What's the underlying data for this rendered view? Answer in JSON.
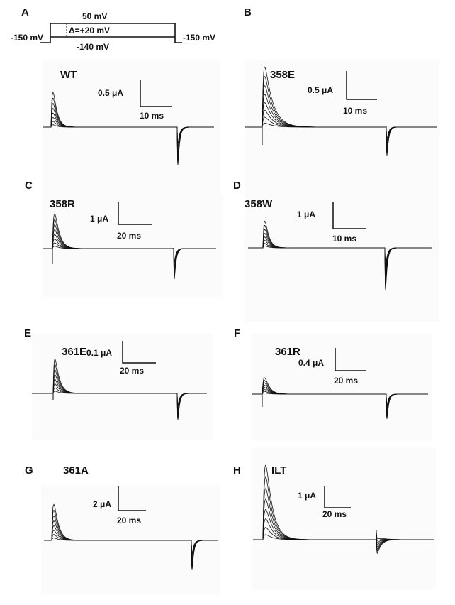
{
  "protocol": {
    "letter": "A",
    "hold_left": "-150 mV",
    "step_top": "50 mV",
    "increment": "Δ=+20 mV",
    "step_bottom": "-140 mV",
    "hold_right": "-150 mV"
  },
  "panels": [
    {
      "letter": "B",
      "title": "358E",
      "amp_label": "0.5 μA",
      "time_label": "10 ms"
    },
    {
      "letter": "",
      "title": "WT",
      "amp_label": "0.5 μA",
      "time_label": "10 ms"
    },
    {
      "letter": "C",
      "title": "358R",
      "amp_label": "1 μA",
      "time_label": "20 ms"
    },
    {
      "letter": "D",
      "title": "358W",
      "amp_label": "1 μA",
      "time_label": "10 ms"
    },
    {
      "letter": "E",
      "title": "361E",
      "amp_label": "0.1 μA",
      "time_label": "20 ms"
    },
    {
      "letter": "F",
      "title": "361R",
      "amp_label": "0.4 μA",
      "time_label": "20 ms"
    },
    {
      "letter": "G",
      "title": "361A",
      "amp_label": "2 μA",
      "time_label": "20 ms"
    },
    {
      "letter": "H",
      "title": "ILT",
      "amp_label": "1 μA",
      "time_label": "20 ms"
    }
  ]
}
